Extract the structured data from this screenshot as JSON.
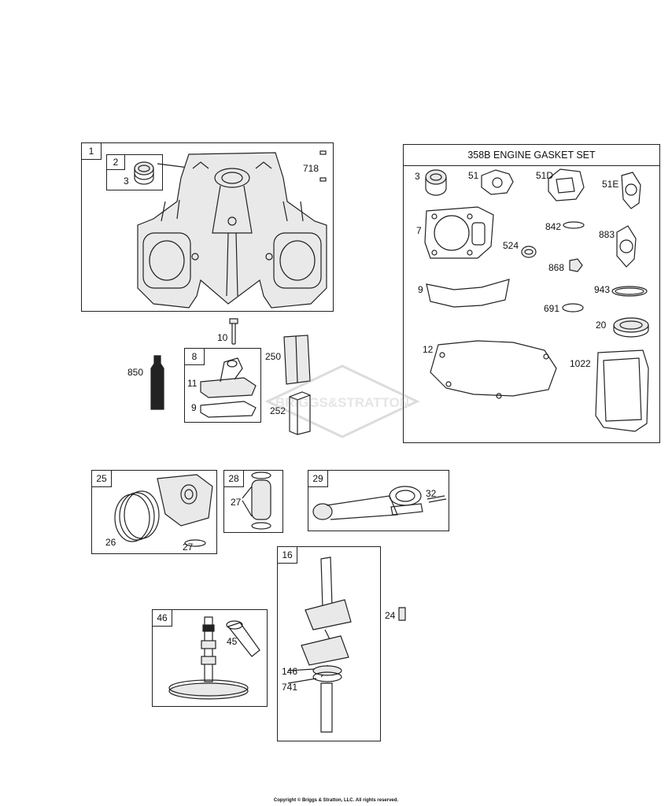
{
  "diagram": {
    "gasket_set_title": "358B ENGINE GASKET SET",
    "watermark": "BRIGGS&STRATTON",
    "copyright": "Copyright © Briggs & Stratton, LLC. All rights reserved.",
    "boxes": {
      "block": "1",
      "seal_sub": "2",
      "breather": "8",
      "piston": "25",
      "pin": "28",
      "rod": "29",
      "crank": "16",
      "cam": "46"
    },
    "labels": {
      "seal_3": "3",
      "plug_718": "718",
      "bolt_10": "10",
      "sealant_850": "850",
      "breather_11": "11",
      "gasket_9": "9",
      "filter_250": "250",
      "filter_252": "252",
      "rings_26": "26",
      "clip_27": "27",
      "pin_27": "27",
      "screw_32": "32",
      "lifter_45": "45",
      "key_24": "24",
      "gear_146": "146",
      "sensor_741": "741"
    },
    "gasket_labels": {
      "g3": "3",
      "g51": "51",
      "g51d": "51D",
      "g51e": "51E",
      "g7": "7",
      "g842": "842",
      "g883": "883",
      "g524": "524",
      "g868": "868",
      "g9": "9",
      "g943": "943",
      "g691": "691",
      "g20": "20",
      "g12": "12",
      "g1022": "1022"
    }
  }
}
